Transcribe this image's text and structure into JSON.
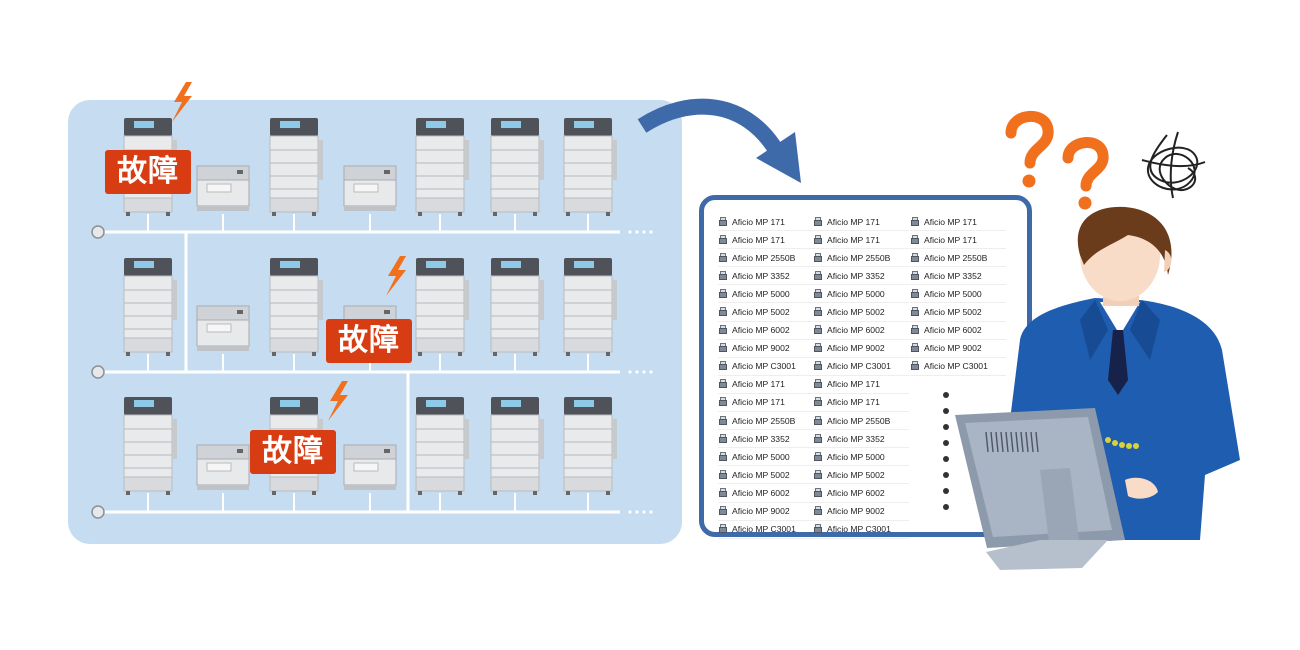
{
  "fault_label": "故障",
  "colors": {
    "panel_bg": "#c6dcf0",
    "fault_badge": "#d83c12",
    "lightning": "#f0701e",
    "arrow": "#3f6aa9",
    "list_border": "#3f6aa9",
    "question_mark": "#f0701e",
    "suit": "#1f5db0"
  },
  "network_rows": [
    {
      "devices": [
        "mfp",
        "printer",
        "mfp",
        "printer",
        "mfp",
        "mfp",
        "mfp"
      ],
      "faults": [
        0
      ]
    },
    {
      "devices": [
        "mfp",
        "printer",
        "mfp",
        "printer",
        "mfp",
        "mfp",
        "mfp"
      ],
      "faults": [
        3
      ]
    },
    {
      "devices": [
        "mfp",
        "printer",
        "mfp",
        "printer",
        "mfp",
        "mfp",
        "mfp"
      ],
      "faults": [
        2
      ]
    }
  ],
  "device_list": {
    "columns": [
      [
        "Aficio MP 171",
        "Aficio MP 171",
        "Aficio MP 2550B",
        "Aficio MP 3352",
        "Aficio MP 5000",
        "Aficio MP 5002",
        "Aficio MP 6002",
        "Aficio MP 9002",
        "Aficio MP C3001",
        "Aficio MP 171",
        "Aficio MP 171",
        "Aficio MP 2550B",
        "Aficio MP 3352",
        "Aficio MP 5000",
        "Aficio MP 5002",
        "Aficio MP 6002",
        "Aficio MP 9002",
        "Aficio MP C3001"
      ],
      [
        "Aficio MP 171",
        "Aficio MP 171",
        "Aficio MP 2550B",
        "Aficio MP 3352",
        "Aficio MP 5000",
        "Aficio MP 5002",
        "Aficio MP 6002",
        "Aficio MP 9002",
        "Aficio MP C3001",
        "Aficio MP 171",
        "Aficio MP 171",
        "Aficio MP 2550B",
        "Aficio MP 3352",
        "Aficio MP 5000",
        "Aficio MP 5002",
        "Aficio MP 6002",
        "Aficio MP 9002",
        "Aficio MP C3001"
      ],
      [
        "Aficio MP 171",
        "Aficio MP 171",
        "Aficio MP 2550B",
        "Aficio MP 3352",
        "Aficio MP 5000",
        "Aficio MP 5002",
        "Aficio MP 6002",
        "Aficio MP 9002",
        "Aficio MP C3001"
      ]
    ],
    "continuation_dots": 8
  },
  "icons": {
    "fault": "lightning-bolt-icon",
    "list_item": "printer-icon",
    "confusion": "question-mark-icon",
    "frustration": "scribble-icon"
  }
}
